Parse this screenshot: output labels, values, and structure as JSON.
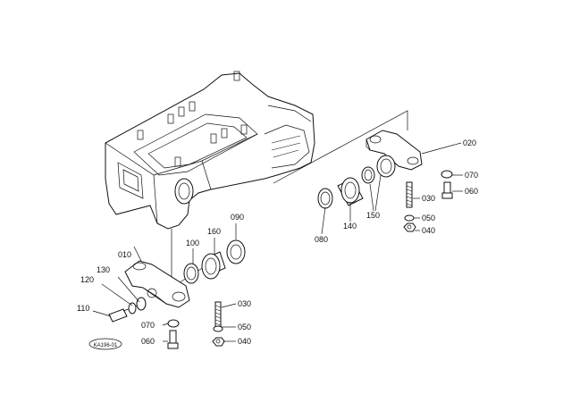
{
  "diagram": {
    "labels": {
      "l010": "010",
      "l020": "020",
      "l030a": "030",
      "l030b": "030",
      "l040a": "040",
      "l040b": "040",
      "l050a": "050",
      "l050b": "050",
      "l060a": "060",
      "l060b": "060",
      "l070a": "070",
      "l070b": "070",
      "l080": "080",
      "l090": "090",
      "l100": "100",
      "l110": "110",
      "l120": "120",
      "l130": "130",
      "l140": "140",
      "l150": "150",
      "l160": "160"
    },
    "ref_code": "KA196-01"
  }
}
